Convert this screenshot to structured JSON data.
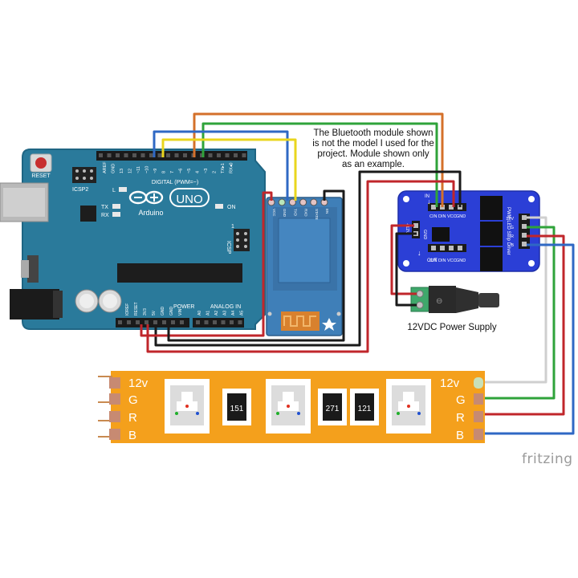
{
  "note": {
    "lines": [
      "The Bluetooth module shown",
      "is not the model I used for the",
      "project.  Module shown only",
      "as an example."
    ]
  },
  "arduino": {
    "reset_label": "RESET",
    "icsp2_label": "ICSP2",
    "icsp_label": "ICSP",
    "l_label": "L",
    "tx_label": "TX",
    "rx_label": "RX",
    "on_label": "ON",
    "brand": "Arduino",
    "model": "UNO",
    "digital_label": "DIGITAL (PWM=~)",
    "power_label": "POWER",
    "analog_label": "ANALOG IN",
    "aref_label": "AREF",
    "gnd_label": "GND",
    "digital_pins": [
      "13",
      "12",
      "~11",
      "~10",
      "~9",
      "8",
      "7",
      "~6",
      "~5",
      "4",
      "~3",
      "2",
      "TX▸1",
      "RX◂0"
    ],
    "power_pins": [
      "IOREF",
      "RESET",
      "3V3",
      "5V",
      "GND",
      "GND",
      "VIN"
    ],
    "analog_pins": [
      "A0",
      "A1",
      "A2",
      "A3",
      "A4",
      "A5"
    ],
    "icsp_num": "1",
    "colors": {
      "board": "#2a7a9b",
      "board_edge": "#1f6583"
    }
  },
  "bluetooth": {
    "pins": [
      "VCC",
      "GND",
      "TXD",
      "RXD",
      "STATE",
      "EN"
    ],
    "colors": {
      "board": "#3f7fb8"
    }
  },
  "driver": {
    "title": "PWM LED Strip Driver",
    "left_top_labels": [
      "CIN",
      "DIN",
      "VCC",
      "GND"
    ],
    "left_bottom_labels": [
      "CIN",
      "DIN",
      "VCC",
      "GND"
    ],
    "in_label": "IN",
    "out_label": "OUT",
    "side_in_labels": [
      "+12V",
      "GND"
    ],
    "right_pins": [
      "12V",
      "G",
      "R",
      "B"
    ],
    "colors": {
      "board": "#2b3fd6"
    }
  },
  "power_supply": {
    "label": "12VDC Power Supply"
  },
  "strip": {
    "left_labels": [
      "12v",
      "G",
      "R",
      "B"
    ],
    "right_labels": [
      "12v",
      "G",
      "R",
      "B"
    ],
    "resistors": [
      "151",
      "271",
      "121"
    ],
    "colors": {
      "strip": "#f4a01c"
    }
  },
  "watermark": "fritzing",
  "colors": {
    "wire_red": "#c0262b",
    "wire_black": "#1a1a1a",
    "wire_blue": "#2f68c4",
    "wire_green": "#2fa33a",
    "wire_orange": "#d4702a",
    "wire_yellow": "#e9d61d",
    "wire_white": "#cfcfcf"
  }
}
